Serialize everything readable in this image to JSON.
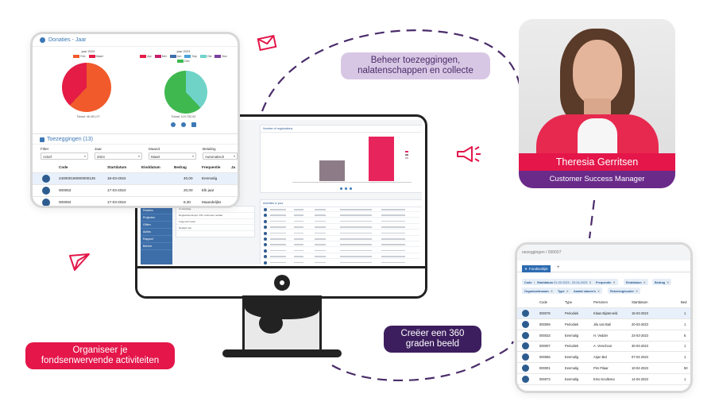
{
  "colors": {
    "pink": "#e4164a",
    "purple": "#6a2a8a",
    "dark_purple": "#3c1e5e",
    "light_purple": "#d8c7e4",
    "blue": "#2d5c8f"
  },
  "callouts": {
    "manage": [
      "Beheer toezeggingen,",
      "nalatenschappen en collecte"
    ],
    "create360": [
      "Creëer een 360",
      "graden beeld"
    ],
    "organize": [
      "Organiseer je",
      "fondsenwervende activiteiten"
    ]
  },
  "person": {
    "name": "Theresia Gerritsen",
    "role": "Customer Success Manager"
  },
  "donations": {
    "title": "Donaties - Jaar",
    "left_pie": {
      "title": "jaar 2024",
      "legend": [
        {
          "label": "Feb",
          "color": "#f15a2b"
        },
        {
          "label": "Maart",
          "color": "#e41c46"
        }
      ],
      "total": "Totaal: 46.491,07"
    },
    "right_pie": {
      "title": "jaar 2023",
      "legend": [
        {
          "label": "Apr",
          "color": "#e41c46"
        },
        {
          "label": "Mei",
          "color": "#c81e6b"
        },
        {
          "label": "Jun",
          "color": "#3d6ea8"
        },
        {
          "label": "Sep",
          "color": "#4aa0d8"
        },
        {
          "label": "Okt",
          "color": "#6fd3c8"
        },
        {
          "label": "Nov",
          "color": "#7a3fa0"
        },
        {
          "label": "Dec",
          "color": "#3fb850"
        }
      ],
      "total": "Totaal: 119.752,62"
    }
  },
  "toezeggingen": {
    "title": "Toezeggingen (13)",
    "filters": [
      {
        "label": "Filter",
        "value": "Actief"
      },
      {
        "label": "Jaar",
        "value": "2024"
      },
      {
        "label": "Maand",
        "value": "Maart"
      },
      {
        "label": "Betaling",
        "value": "Automatisch"
      }
    ],
    "columns": [
      "Code",
      "Startdatum",
      "Einddatum",
      "Bedrag",
      "Frequentie",
      "Ja"
    ],
    "rows": [
      {
        "code": "240000190000000125",
        "start": "18-03-2024",
        "amount": "40,00",
        "freq": "Eenmalig"
      },
      {
        "code": "000053",
        "start": "17-03-2024",
        "amount": "20,00",
        "freq": "Elk jaar"
      },
      {
        "code": "000094",
        "start": "17-03-2024",
        "amount": "8,30",
        "freq": "Maandelijks"
      }
    ]
  },
  "fondsen": {
    "breadcrumb": "oezeggingen / 000007",
    "tab": "Fondsenlijst",
    "chips": [
      {
        "name": "Code"
      },
      {
        "name": "Startdatum",
        "value": "01-03-2023 - 29-04-2023"
      },
      {
        "name": "Frequentie"
      },
      {
        "name": "Einddatum"
      },
      {
        "name": "Bedrag"
      },
      {
        "name": "Organisatienaam"
      },
      {
        "name": "Type"
      },
      {
        "name": "Aantal stamm's"
      },
      {
        "name": "Rekeninghouder"
      }
    ],
    "columns": [
      "Code",
      "Type",
      "Personen",
      "Startdatum",
      "Bed"
    ],
    "rows": [
      {
        "code": "000078",
        "type": "Periodiek",
        "person": "Klaas Bijsterveld",
        "start": "15-03-2023",
        "amt": "1"
      },
      {
        "code": "000069",
        "type": "Periodiek",
        "person": "Jilu van Bali",
        "start": "20-03-2023",
        "amt": "1"
      },
      {
        "code": "000033",
        "type": "Eenmalig",
        "person": "H. Vedder",
        "start": "23-03-2023",
        "amt": "5"
      },
      {
        "code": "000007",
        "type": "Periodiek",
        "person": "A. Verschoor",
        "start": "30-03-2023",
        "amt": "1"
      },
      {
        "code": "000056",
        "type": "Eenmalig",
        "person": "Arjan Bal",
        "start": "07-04-2023",
        "amt": "1"
      },
      {
        "code": "000001",
        "type": "Eenmalig",
        "person": "Pim Pilaar",
        "start": "10-04-2023",
        "amt": "50"
      },
      {
        "code": "000073",
        "type": "Eenmalig",
        "person": "Emo Knollema",
        "start": "14-04-2023",
        "amt": "1"
      }
    ]
  },
  "monitor": {
    "chart_title": "Number of registrations",
    "list_title": "Activities & your",
    "sidebar": [
      "Relaties",
      "Projecten",
      "Giften",
      "Acties",
      "Rapport",
      "Beheer"
    ],
    "list_items": [
      "Contactdag",
      "Registrationsloopt: 451 verbreden oeftaal",
      "Vragenformulier",
      "Realtijd: lijst"
    ]
  }
}
